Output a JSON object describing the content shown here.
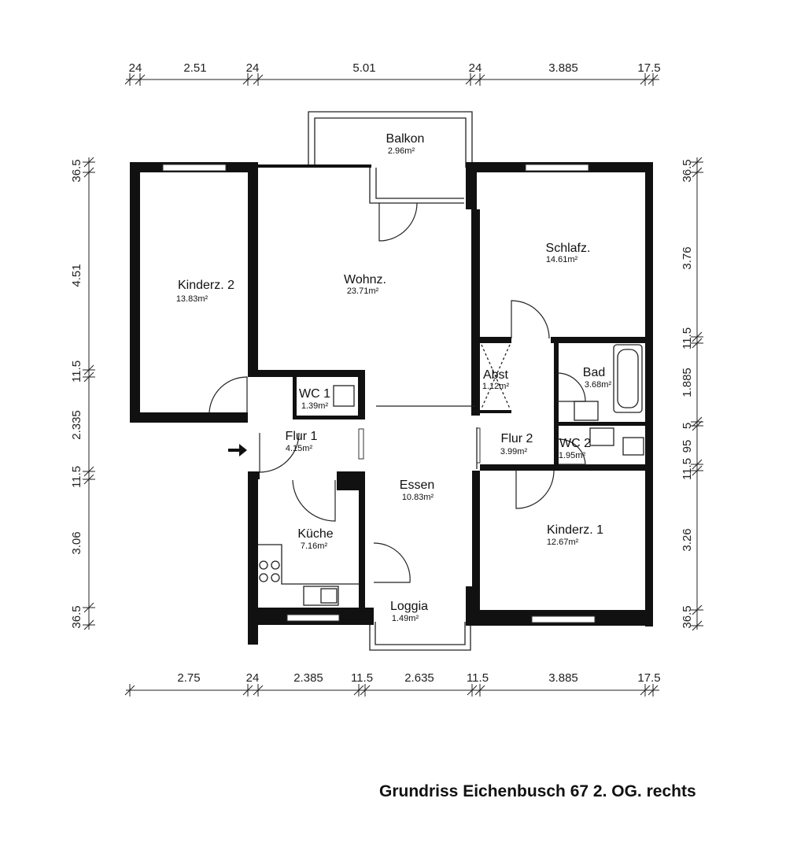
{
  "dimensions": {
    "top": [
      "24",
      "2.51",
      "24",
      "5.01",
      "24",
      "3.885",
      "17.5"
    ],
    "bottom": [
      "2.75",
      "24",
      "2.385",
      "11.5",
      "2.635",
      "11.5",
      "3.885",
      "17.5"
    ],
    "left": [
      "36.5",
      "4.51",
      "11.5",
      "2.335",
      "11.5",
      "3.06",
      "36.5"
    ],
    "right": [
      "36.5",
      "3.76",
      "11.5",
      "1.885",
      "5",
      "95",
      "11.5",
      "3.26",
      "36.5"
    ]
  },
  "rooms": {
    "balkon": {
      "name": "Balkon",
      "area": "2.96m²"
    },
    "kinderz2": {
      "name": "Kinderz. 2",
      "area": "13.83m²"
    },
    "wohnz": {
      "name": "Wohnz.",
      "area": "23.71m²"
    },
    "schlafz": {
      "name": "Schlafz.",
      "area": "14.61m²"
    },
    "abst": {
      "name": "Abst",
      "area": "1.12m²"
    },
    "bad": {
      "name": "Bad",
      "area": "3.68m²"
    },
    "wc1": {
      "name": "WC 1",
      "area": "1.39m²"
    },
    "flur1": {
      "name": "Flur 1",
      "area": "4.15m²"
    },
    "essen": {
      "name": "Essen",
      "area": "10.83m²"
    },
    "flur2": {
      "name": "Flur 2",
      "area": "3.99m²"
    },
    "wc2": {
      "name": "WC 2",
      "area": "1.95m²"
    },
    "kueche": {
      "name": "Küche",
      "area": "7.16m²"
    },
    "kinderz1": {
      "name": "Kinderz. 1",
      "area": "12.67m²"
    },
    "loggia": {
      "name": "Loggia",
      "area": "1.49m²"
    }
  },
  "caption": "Grundriss Eichenbusch 67 2. OG. rechts"
}
